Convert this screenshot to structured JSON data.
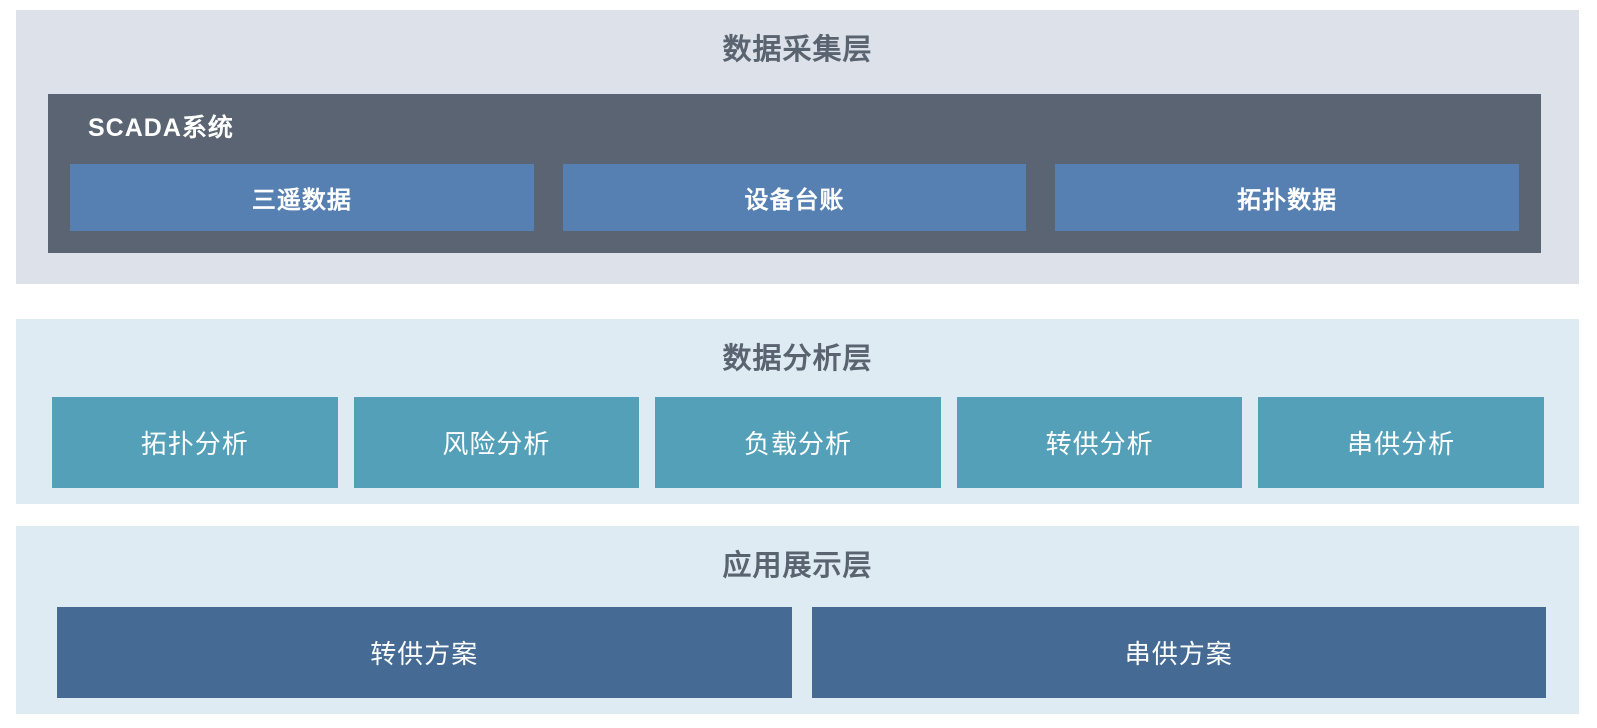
{
  "diagram": {
    "type": "layered-architecture",
    "layers": [
      {
        "id": "collection",
        "title": "数据采集层",
        "container": {
          "label": "SCADA系统",
          "boxes": [
            "三遥数据",
            "设备台账",
            "拓扑数据"
          ]
        }
      },
      {
        "id": "analysis",
        "title": "数据分析层",
        "boxes": [
          "拓扑分析",
          "风险分析",
          "负载分析",
          "转供分析",
          "串供分析"
        ]
      },
      {
        "id": "application",
        "title": "应用展示层",
        "boxes": [
          "转供方案",
          "串供方案"
        ]
      }
    ]
  },
  "colors": {
    "page_background": "#ffffff",
    "collection_layer_background": "#dce1ea",
    "analysis_layer_background": "#dfebf2",
    "application_layer_background": "#dfebf2",
    "scada_container": "#5b6473",
    "scada_box": "#5680b1",
    "analysis_box": "#54a0b8",
    "application_box": "#456b94",
    "layer_title_text": "#5a6370",
    "box_text": "#ffffff"
  }
}
